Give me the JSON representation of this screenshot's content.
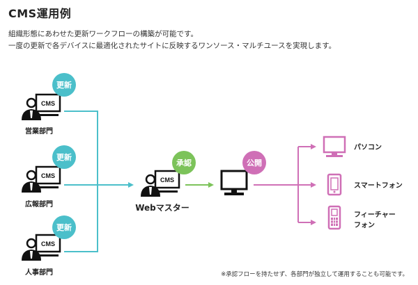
{
  "header": {
    "title": "CMS運用例",
    "description_line1": "組織形態にあわせた更新ワークフローの構築が可能です。",
    "description_line2": "一度の更新で各デバイスに最適化されたサイトに反映するワンソース・マルチユースを実現します。"
  },
  "departments": [
    {
      "label": "営業部門",
      "screen_text": "CMS",
      "badge": "更新"
    },
    {
      "label": "広報部門",
      "screen_text": "CMS",
      "badge": "更新"
    },
    {
      "label": "人事部門",
      "screen_text": "CMS",
      "badge": "更新"
    }
  ],
  "webmaster": {
    "label": "Webマスター",
    "screen_text": "CMS",
    "badge": "承認"
  },
  "publish": {
    "badge": "公開"
  },
  "devices": [
    {
      "label": "パソコン",
      "icon": "monitor-icon"
    },
    {
      "label": "スマートフォン",
      "icon": "smartphone-icon"
    },
    {
      "label_line1": "フィーチャー",
      "label_line2": "フォン",
      "icon": "feature-phone-icon"
    }
  ],
  "footnote": "※承認フローを持たせず、各部門が独立して運用することも可能です。",
  "colors": {
    "update_teal": "#4bbfca",
    "approve_green": "#7cc35a",
    "publish_pink": "#cf6fb6",
    "icon_black": "#111111"
  }
}
